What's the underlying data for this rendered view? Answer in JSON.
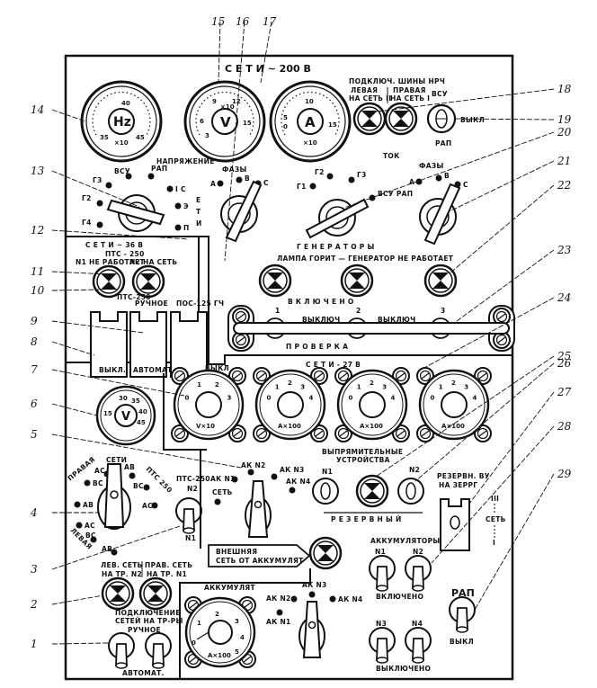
{
  "title": "Электрощит — панель управления (схема)",
  "top_section": {
    "heading_380": "С Е Т И   ~   200 В",
    "meters": [
      {
        "id": 14,
        "unit": "Hz",
        "ticks": [
          "35",
          "40",
          "45"
        ],
        "multiplier": "×10"
      },
      {
        "id": 15,
        "unit": "V",
        "ticks": [
          "3",
          "6",
          "9",
          "12",
          "15"
        ],
        "multiplier": "×10"
      },
      {
        "id": 17,
        "unit": "A",
        "ticks": [
          "0",
          "5",
          "10",
          "15"
        ],
        "multiplier": "×10"
      }
    ],
    "connect_heading": "ПОДКЛЮЧ. ШИНЫ НРЧ",
    "left_lamp_label": [
      "ЛЕВАЯ",
      "НА СЕТЬ II"
    ],
    "right_lamp_label": [
      "ПРАВАЯ",
      "НА СЕТЬ I"
    ],
    "vsu_switch": {
      "top": "ВСУ",
      "right": "ВЫКЛ",
      "bottom": "РАП"
    }
  },
  "voltage_switch": {
    "heading": "НАПРЯЖЕНИЕ",
    "positions": [
      "ВСУ",
      "РАП",
      "Г3",
      "Г2",
      "Г4",
      "I С",
      "Э",
      "П"
    ],
    "side_label": [
      "Е",
      "Т",
      "И"
    ]
  },
  "phase_switch_voltage": {
    "heading": "ФАЗЫ",
    "positions": [
      "А",
      "В",
      "С"
    ]
  },
  "current_switch": {
    "heading": "ТОК",
    "positions": [
      "Г1",
      "Г2",
      "Г3",
      "ВСУ РАП"
    ]
  },
  "phase_switch_current": {
    "heading": "ФАЗЫ",
    "positions": [
      "А",
      "В",
      "С"
    ]
  },
  "generators": {
    "heading": "Г Е Н Е Р А Т О Р Ы",
    "subheading": "ЛАМПА ГОРИТ — ГЕНЕРАТОР НЕ РАБОТАЕТ",
    "on_label": "В К Л Ю Ч Е Н О",
    "numbers": [
      "1",
      "2",
      "3"
    ],
    "off_labels": [
      "ВЫКЛЮЧ",
      "ВЫКЛЮЧ"
    ],
    "check_label": "П Р О В Е Р К А"
  },
  "net_36": {
    "heading": "С Е Т И ~ 36 В",
    "pts": "ПТС - 250",
    "lamp_labels": [
      "N1 НЕ РАБОТАЕТ",
      "N2 НА СЕТЬ"
    ],
    "pts2": "ПТС-250",
    "manual": "РУЧНОЕ",
    "breakers": [
      "ВЫКЛ.",
      "АВТОМАТ"
    ],
    "pos_label": "ПОС-125 ГЧ",
    "vykl": "ВЫКЛ"
  },
  "net_27": {
    "heading": "С Е Т И - 27 В",
    "meters": [
      {
        "ticks": [
          "0",
          "1",
          "2",
          "3"
        ],
        "label": "V×10"
      },
      {
        "ticks": [
          "0",
          "1",
          "2",
          "3",
          "4"
        ],
        "label": "A×100"
      },
      {
        "ticks": [
          "0",
          "1",
          "2",
          "3",
          "4"
        ],
        "label": "A×100"
      },
      {
        "ticks": [
          "0",
          "1",
          "2",
          "3",
          "4"
        ],
        "label": "A×100"
      }
    ]
  },
  "voltmeter_6": {
    "unit": "V",
    "ticks": [
      "15",
      "30",
      "35",
      "40",
      "45"
    ]
  },
  "net_selector": {
    "heading": "СЕТИ",
    "left_arc": "ПРАВАЯ",
    "right_arc": "ПТС 250",
    "bottom_arc": "ЛЕВАЯ",
    "positions": [
      "АС",
      "АВ",
      "ВС",
      "АВ",
      "ВС",
      "АС",
      "ВС",
      "АВ",
      "АС"
    ]
  },
  "pts_switch": {
    "top": "ПТС-250",
    "n2": "N2",
    "n1": "N1"
  },
  "akk_selector": {
    "positions": [
      "АК N1",
      "АК N2",
      "АК N3",
      "АК N4"
    ],
    "net": "СЕТЬ"
  },
  "external_net": {
    "label": [
      "ВНЕШНЯЯ",
      "СЕТЬ ОТ АККУМУЛЯТ"
    ]
  },
  "rectifiers": {
    "heading": [
      "ВЫПРЯМИТЕЛЬНЫЕ",
      "УСТРОЙСТВА"
    ],
    "n1": "N1",
    "n2": "N2",
    "reserve": "Р Е З Е Р В Н Ы Й"
  },
  "reserve_switch": {
    "label": [
      "РЕЗЕРВН. ВУ",
      "НА ЗЕРРГ"
    ],
    "top": "III",
    "mid": "СЕТЬ",
    "bottom": "I"
  },
  "net_connect": {
    "left_label": [
      "ЛЕВ. СЕТЬ",
      "НА ТР. N2"
    ],
    "right_label": [
      "ПРАВ. СЕТЬ",
      "НА ТР. N1"
    ],
    "heading": [
      "ПОДКЛЮЧЕНИЕ",
      "СЕТЕЙ НА ТР-РЫ"
    ],
    "manual": "РУЧНОЕ",
    "auto": "АВТОМАТ."
  },
  "accumulator_meter": {
    "heading": "АККУМУЛЯТ",
    "ticks": [
      "0",
      "1",
      "2",
      "3",
      "4",
      "5"
    ],
    "label": "А×100",
    "positions": [
      "АК N1",
      "АК N2",
      "АК N3",
      "АК N4"
    ]
  },
  "accumulators": {
    "heading": "АККУМУЛЯТОРЫ",
    "n1": "N1",
    "n2": "N2",
    "n3": "N3",
    "n4": "N4",
    "on": "ВКЛЮЧЕНО",
    "off": "ВЫКЛЮЧЕНО",
    "rap": "РАП",
    "vykl": "ВЫКЛ"
  },
  "callouts": [
    "1",
    "2",
    "3",
    "4",
    "5",
    "6",
    "7",
    "8",
    "9",
    "10",
    "11",
    "12",
    "13",
    "14",
    "15",
    "16",
    "17",
    "18",
    "19",
    "20",
    "21",
    "22",
    "23",
    "24",
    "25",
    "26",
    "27",
    "28",
    "29"
  ]
}
